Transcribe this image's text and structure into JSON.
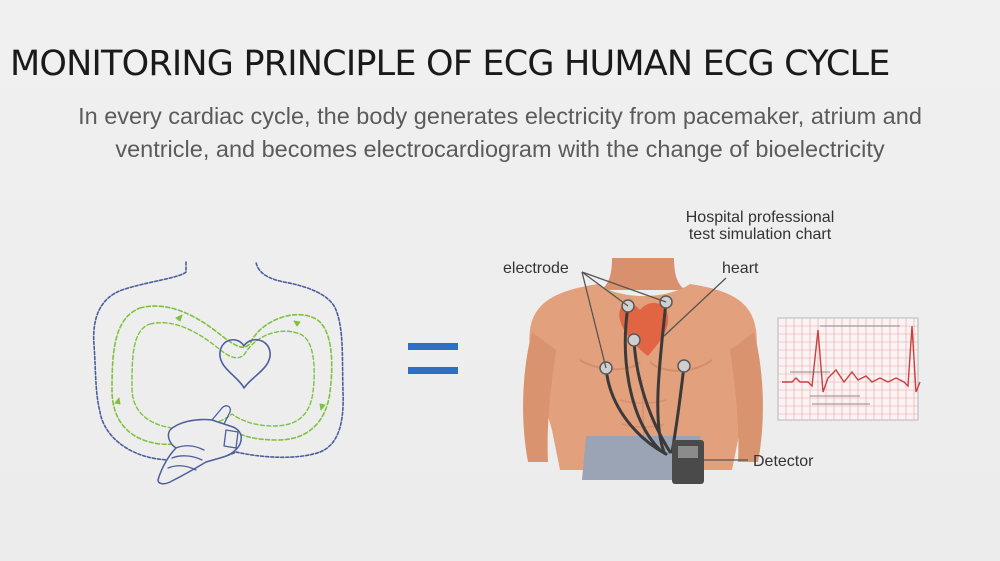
{
  "header": {
    "title": "MONITORING PRINCIPLE OF ECG HUMAN ECG CYCLE",
    "subtitle_line1": "In every cardiac cycle, the body generates electricity from pacemaker, atrium and",
    "subtitle_line2": "ventricle, and becomes electrocardiogram with the change of bioelectricity"
  },
  "illustration": {
    "chart_caption_line1": "Hospital professional",
    "chart_caption_line2": "test simulation chart",
    "label_electrode": "electrode",
    "label_heart": "heart",
    "label_detector": "Detector"
  },
  "colors": {
    "equals": "#2f6fc1",
    "outline": "#4a5f9c",
    "loop": "#7ec23e",
    "grid_line": "#e7a3a3",
    "ecg_trace": "#c84040",
    "skin": "#e2a07c"
  }
}
